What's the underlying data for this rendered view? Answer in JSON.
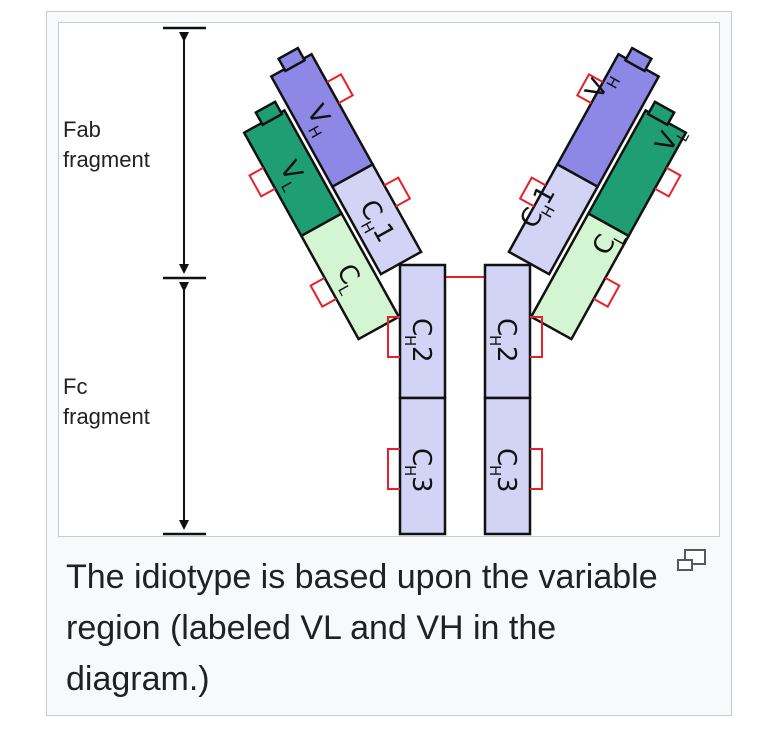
{
  "figure": {
    "labels": {
      "fab_line1": "Fab",
      "fab_line2": "fragment",
      "fc_line1": "Fc",
      "fc_line2": "fragment"
    },
    "segments": {
      "vl_main": "V",
      "vl_sub": "L",
      "vh_main": "V",
      "vh_sub": "H",
      "ch1_main": "C",
      "ch1_sub": "H",
      "ch1_num": "1",
      "cl_main": "C",
      "cl_sub": "L",
      "ch2_main": "C",
      "ch2_sub": "H",
      "ch2_num": "2",
      "ch3_main": "C",
      "ch3_sub": "H",
      "ch3_num": "3"
    },
    "colors": {
      "vl": "#1e9e72",
      "cl": "#d4f5d2",
      "vh": "#8d88e6",
      "constant_heavy": "#d3d3f5",
      "disulfide": "#e8202a"
    }
  },
  "caption": {
    "text": "The idiotype is based upon the variable region (labeled VL and VH in the diagram.)"
  },
  "controls": {
    "magnify_icon": "enlarge-icon"
  }
}
